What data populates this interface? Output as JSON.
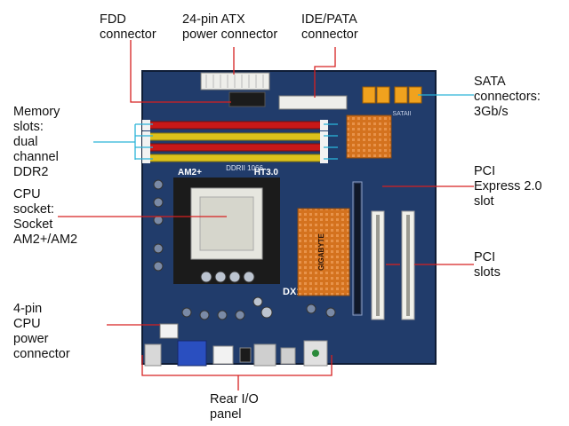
{
  "colors": {
    "pcb": "#213c6b",
    "pcb_dark": "#17294a",
    "leader_red": "#d62020",
    "leader_cyan": "#2ab3d8",
    "dimm_red": "#c81818",
    "dimm_yellow": "#dcc21b",
    "heatsink": "#d4721e",
    "socket": "#e6e6df",
    "connector_white": "#eeeeea",
    "sata_orange": "#f0a21e",
    "vga_blue": "#2a4fc0"
  },
  "labels": {
    "fdd": "FDD\nconnector",
    "atx24": "24-pin ATX\npower connector",
    "ide": "IDE/PATA\nconnector",
    "sata": "SATA\nconnectors:\n3Gb/s",
    "memory": "Memory\nslots:\ndual\nchannel\nDDR2",
    "cpu_socket": "CPU\nsocket:\nSocket\nAM2+/AM2",
    "pcie": "PCI\nExpress 2.0\nslot",
    "pci": "PCI\nslots",
    "cpu_power": "4-pin\nCPU\npower\nconnector",
    "rear_io": "Rear I/O\npanel"
  },
  "board_marks": {
    "am2": "AM2+",
    "ht3": "HT3.0",
    "ddr2": "DDRII 1066",
    "dx10": "DX10",
    "gigabyte": "GIGABYTE",
    "sata2": "SATAII"
  }
}
